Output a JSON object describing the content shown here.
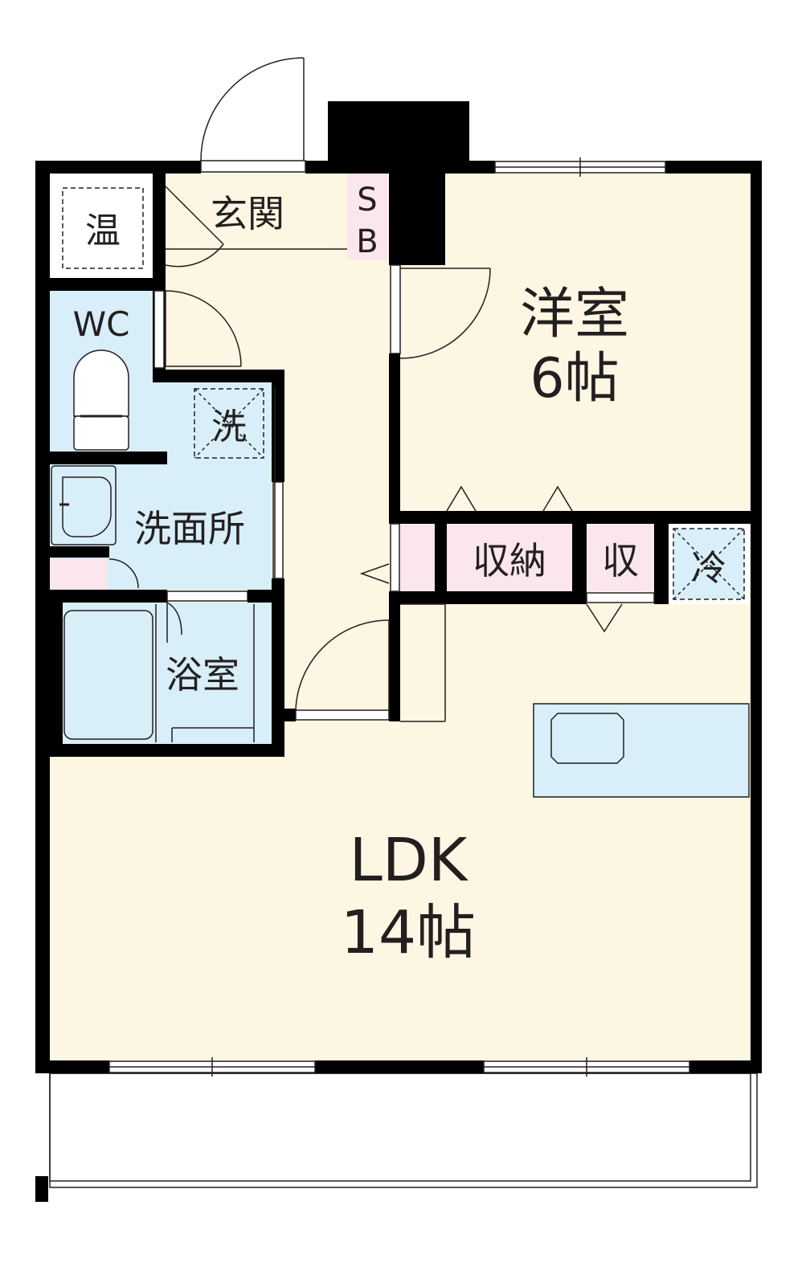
{
  "labels": {
    "entrance": "玄関",
    "shoe_box_s": "S",
    "shoe_box_b": "B",
    "water_heater": "温",
    "toilet": "WC",
    "washer": "洗",
    "washroom": "洗面所",
    "bathroom": "浴室",
    "western_room": "洋室",
    "western_room_size": "6帖",
    "storage": "収納",
    "storage_small": "収",
    "fridge": "冷",
    "ldk": "LDK",
    "ldk_size": "14帖"
  },
  "colors": {
    "wall": "#000000",
    "floor": "#fdf6e3",
    "wet_area": "#d8eef8",
    "closet": "#fbe6ee",
    "utility_white": "#ffffff",
    "line": "#231f20"
  }
}
